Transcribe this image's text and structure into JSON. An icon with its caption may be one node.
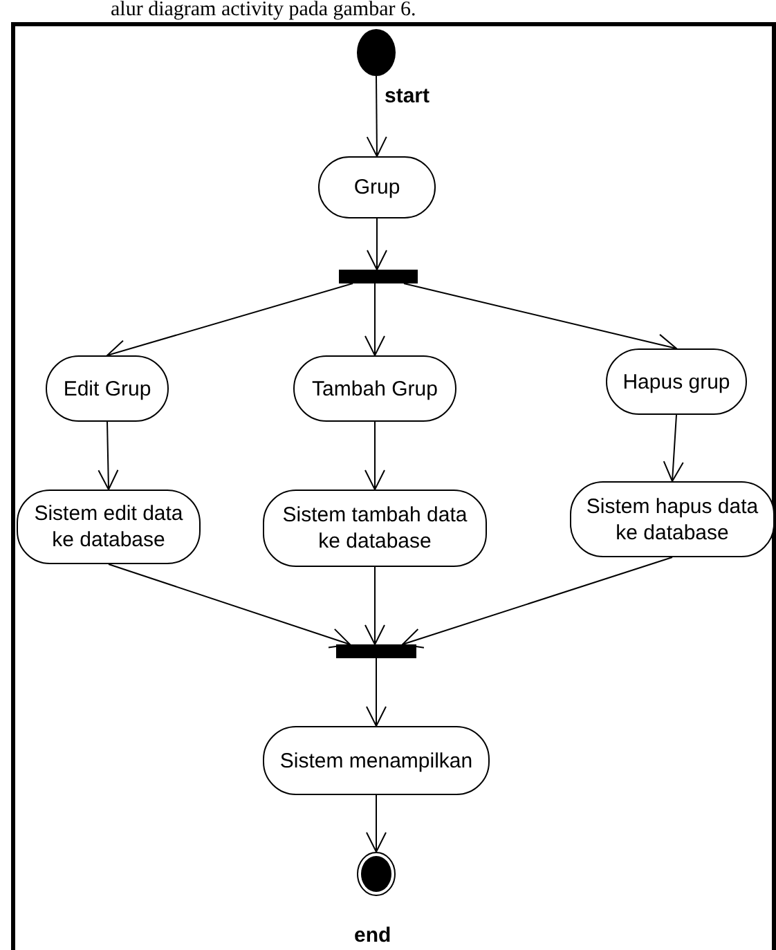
{
  "diagram": {
    "nodes": [
      {
        "text": [],
        "shape": "circle",
        "beside": [
          "start"
        ]
      },
      {
        "text": [
          "Grup"
        ]
      },
      {
        "text": [],
        "shape": "bar"
      },
      {
        "text": [
          "Edit Grup"
        ]
      },
      {
        "text": [
          "Tambah Grup"
        ]
      },
      {
        "text": [
          "Hapus grup"
        ]
      },
      {
        "text": [
          "Sistem edit data ke database"
        ]
      },
      {
        "text": [
          "Sistem tambah data ke database"
        ]
      },
      {
        "text": [
          "Sistem hapus data ke database"
        ]
      },
      {
        "text": [],
        "shape": "bar"
      },
      {
        "text": [
          "Sistem menampilkan"
        ]
      },
      {
        "text": [],
        "shape": "circle",
        "beside": [
          "end"
        ]
      }
    ],
    "edges": [
      {
        "from": 0,
        "to": 1,
        "arrow": "to"
      },
      {
        "from": 1,
        "to": 2,
        "arrow": "to"
      },
      {
        "from": 2,
        "to": 3,
        "arrow": "to"
      },
      {
        "from": 2,
        "to": 4,
        "arrow": "to"
      },
      {
        "from": 2,
        "to": 5,
        "arrow": "to"
      },
      {
        "from": 3,
        "to": 6,
        "arrow": "to"
      },
      {
        "from": 4,
        "to": 7,
        "arrow": "to"
      },
      {
        "from": 5,
        "to": 8,
        "arrow": "to"
      },
      {
        "from": 6,
        "to": 9,
        "arrow": "to"
      },
      {
        "from": 7,
        "to": 9,
        "arrow": "to"
      },
      {
        "from": 8,
        "to": 9,
        "arrow": "to"
      },
      {
        "from": 9,
        "to": 10,
        "arrow": "to"
      },
      {
        "from": 10,
        "to": 11,
        "arrow": "to"
      }
    ],
    "labels": [
      "alur diagram activity pada gambar 6."
    ]
  }
}
